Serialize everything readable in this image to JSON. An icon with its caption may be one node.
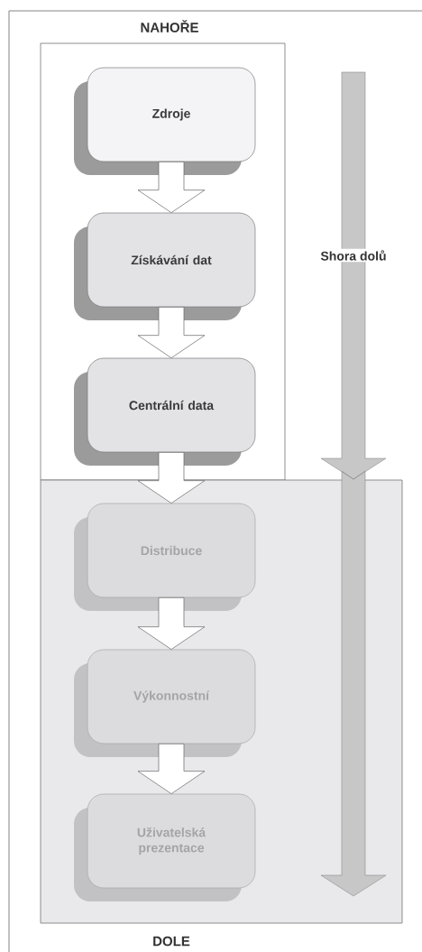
{
  "diagram": {
    "nodes": [
      {
        "text": [
          "NAHOŘE"
        ]
      },
      {
        "text": [
          "Zdroje"
        ],
        "in": 0
      },
      {
        "text": [
          "Získávání dat"
        ],
        "in": 0
      },
      {
        "text": [
          "Centrální data"
        ],
        "in": 0
      },
      {
        "text": [
          "DOLE"
        ]
      },
      {
        "text": [
          "Distribuce"
        ],
        "in": 4
      },
      {
        "text": [
          "Výkonnostní"
        ],
        "in": 4
      },
      {
        "text": [
          "Uživatelská prezentace"
        ],
        "in": 4
      }
    ],
    "edges": [
      {
        "from": 1,
        "to": 2,
        "arrow": "to"
      },
      {
        "from": 2,
        "to": 3,
        "arrow": "to"
      },
      {
        "from": 3,
        "to": 5,
        "arrow": "to"
      },
      {
        "from": 5,
        "to": 6,
        "arrow": "to"
      },
      {
        "from": 6,
        "to": 7,
        "arrow": "to"
      }
    ],
    "labels": [
      "Shora dolů"
    ]
  }
}
